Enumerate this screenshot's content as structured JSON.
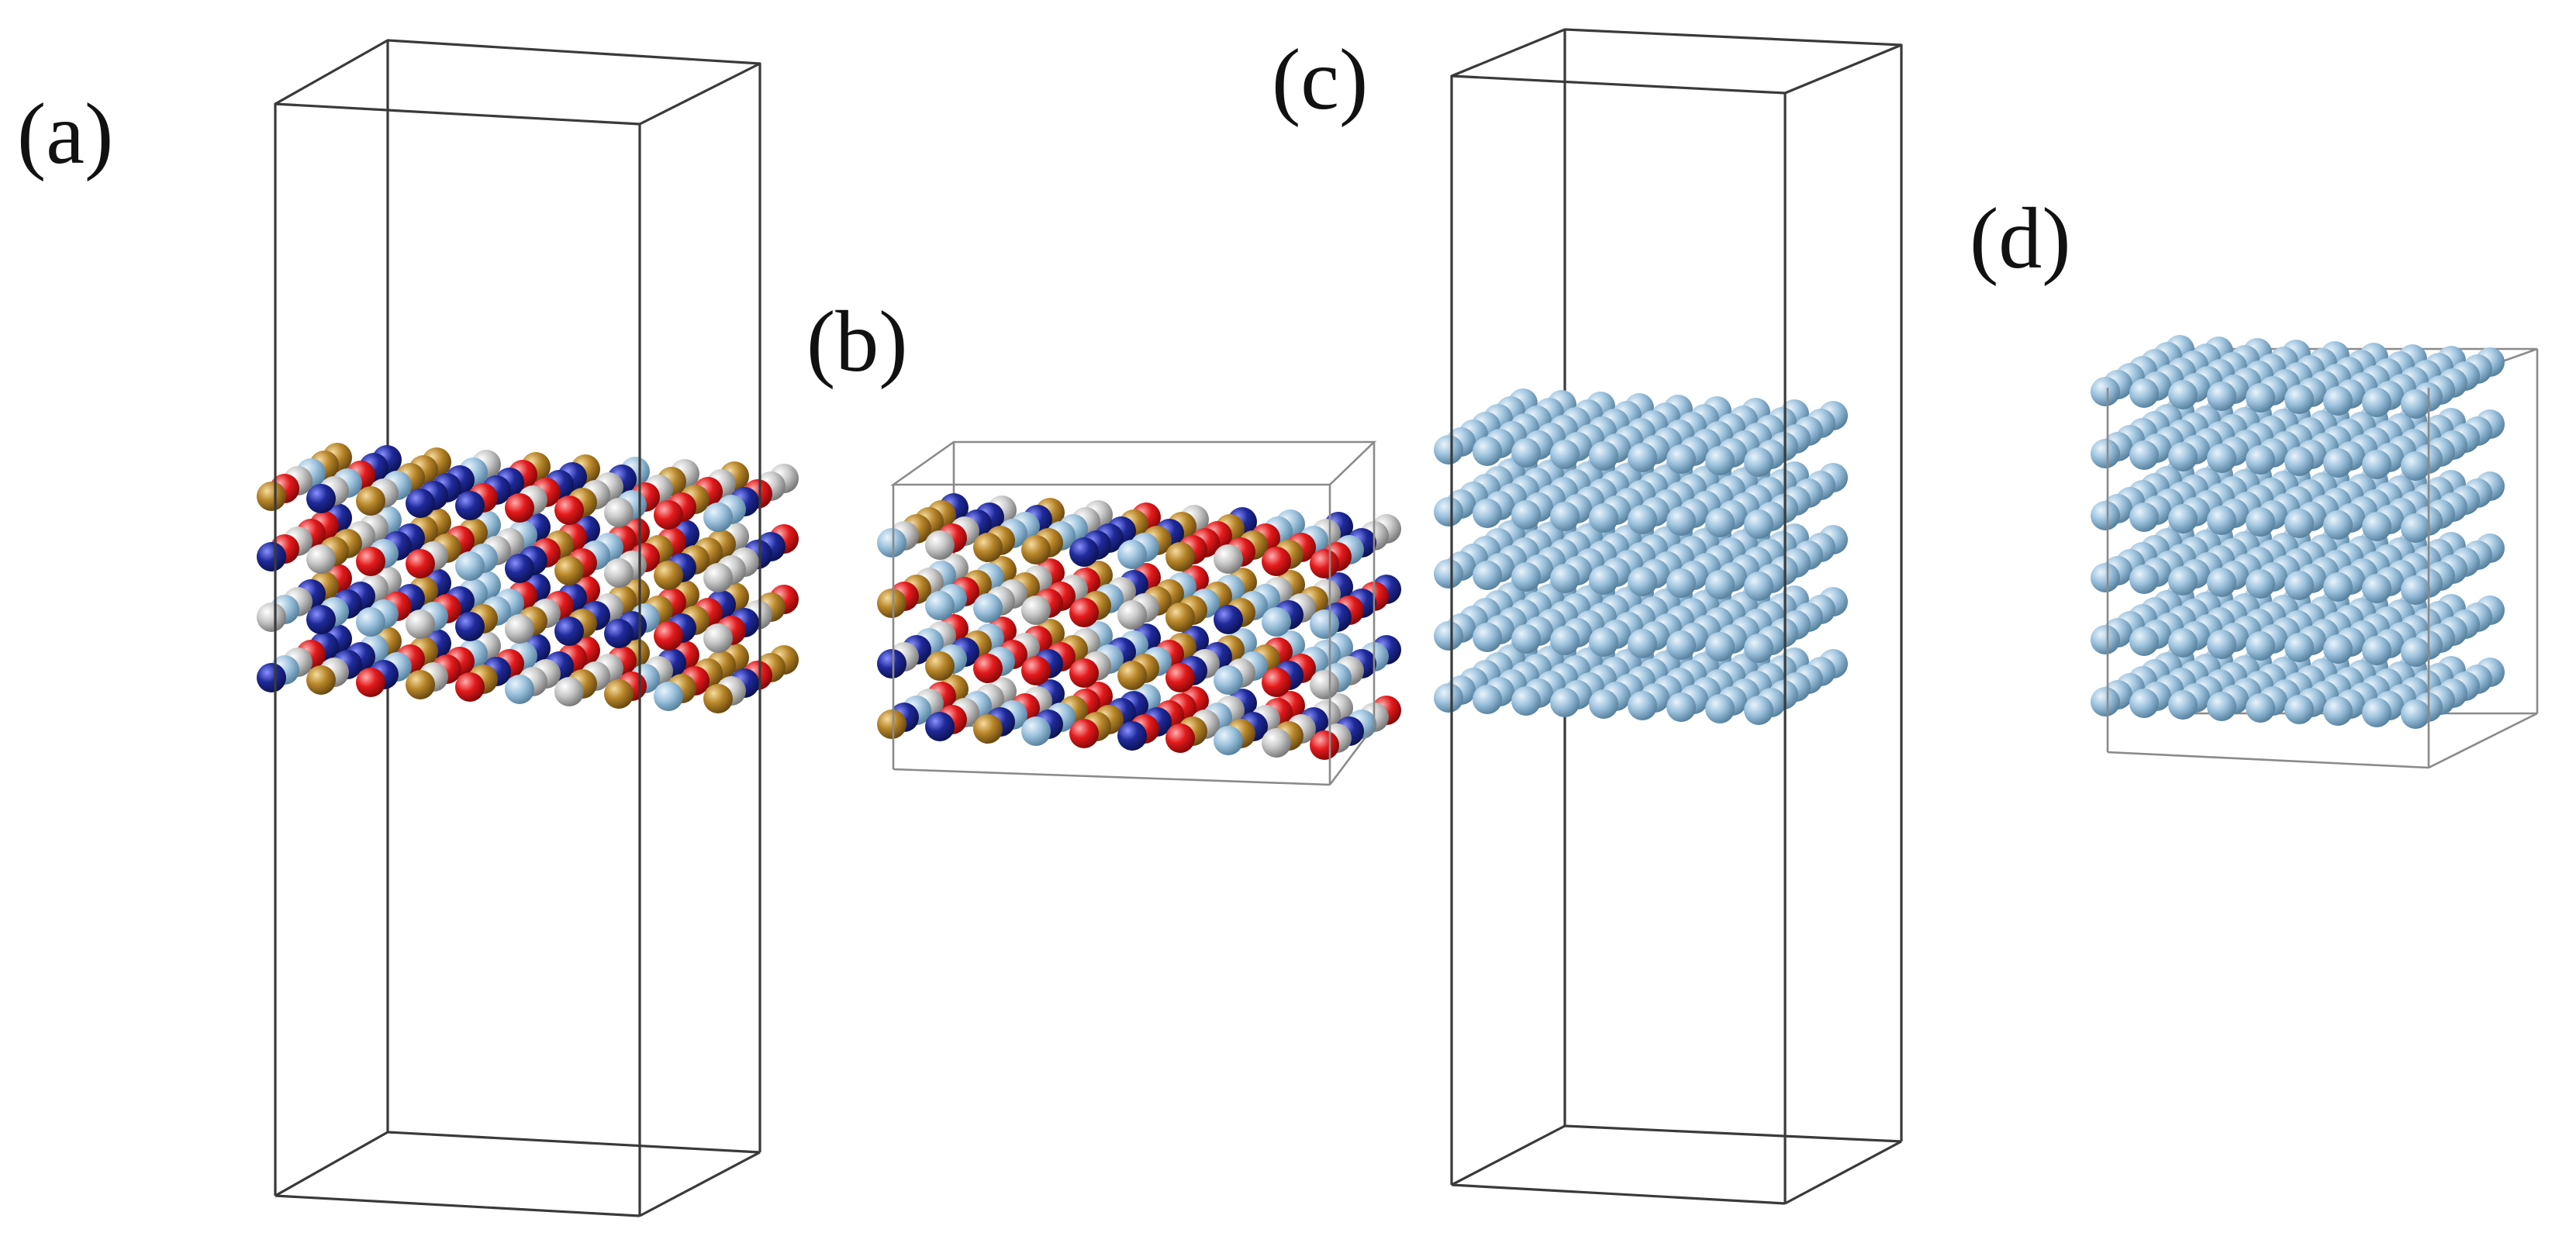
{
  "panels": [
    {
      "id": "a",
      "label": "(a)",
      "kind": "slab",
      "species": "multi"
    },
    {
      "id": "b",
      "label": "(b)",
      "kind": "bulk",
      "species": "multi"
    },
    {
      "id": "c",
      "label": "(c)",
      "kind": "slab",
      "species": "single"
    },
    {
      "id": "d",
      "label": "(d)",
      "kind": "bulk",
      "species": "single"
    }
  ],
  "colors": {
    "atom_light_blue": "#8fb8d6",
    "atom_dark_blue": "#1f2a9a",
    "atom_red": "#e31a1c",
    "atom_gold": "#b8862a",
    "atom_silver": "#c9c9c9",
    "cell_edge": "#3a3a3a",
    "background": "#ffffff"
  }
}
